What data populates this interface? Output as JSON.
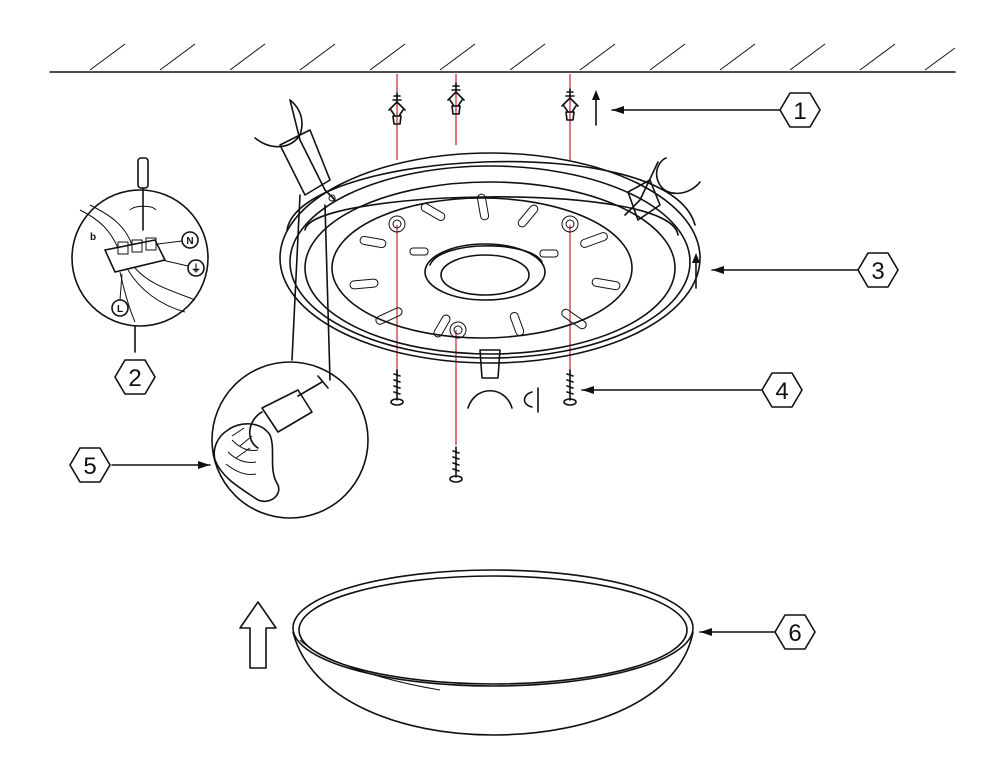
{
  "callouts": [
    {
      "id": "1",
      "label": "1"
    },
    {
      "id": "2",
      "label": "2"
    },
    {
      "id": "3",
      "label": "3"
    },
    {
      "id": "4",
      "label": "4"
    },
    {
      "id": "5",
      "label": "5"
    },
    {
      "id": "6",
      "label": "6"
    }
  ],
  "inset_wiring": {
    "terminal_neutral": "N",
    "terminal_live": "L",
    "terminal_earth": "⏚"
  },
  "colors": {
    "line": "#111111",
    "guide_line": "#cc3344",
    "background": "#ffffff"
  }
}
